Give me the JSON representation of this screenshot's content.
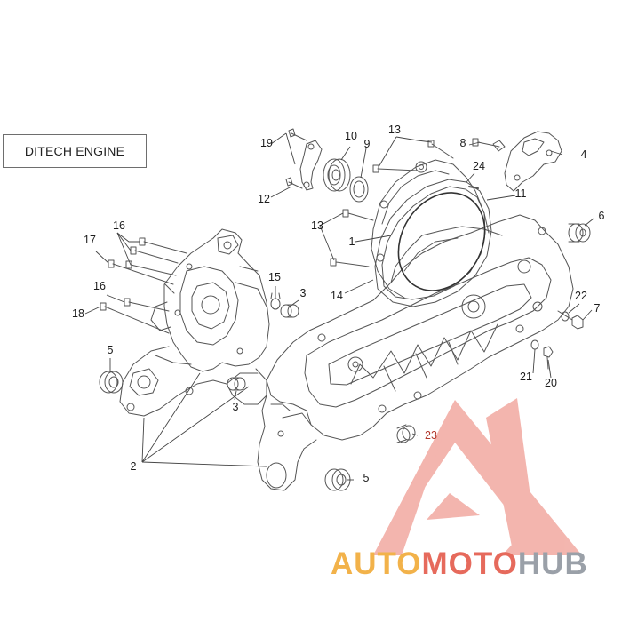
{
  "title": "DITECH ENGINE",
  "callouts": [
    {
      "id": "1",
      "text": "1"
    },
    {
      "id": "2",
      "text": "2"
    },
    {
      "id": "3a",
      "text": "3"
    },
    {
      "id": "3b",
      "text": "3"
    },
    {
      "id": "4",
      "text": "4"
    },
    {
      "id": "5a",
      "text": "5"
    },
    {
      "id": "5b",
      "text": "5"
    },
    {
      "id": "6",
      "text": "6"
    },
    {
      "id": "7",
      "text": "7"
    },
    {
      "id": "8",
      "text": "8"
    },
    {
      "id": "9",
      "text": "9"
    },
    {
      "id": "10",
      "text": "10"
    },
    {
      "id": "11",
      "text": "11"
    },
    {
      "id": "12",
      "text": "12"
    },
    {
      "id": "13a",
      "text": "13"
    },
    {
      "id": "13b",
      "text": "13"
    },
    {
      "id": "14",
      "text": "14"
    },
    {
      "id": "15",
      "text": "15"
    },
    {
      "id": "16a",
      "text": "16"
    },
    {
      "id": "16b",
      "text": "16"
    },
    {
      "id": "17",
      "text": "17"
    },
    {
      "id": "18",
      "text": "18"
    },
    {
      "id": "19",
      "text": "19"
    },
    {
      "id": "20",
      "text": "20"
    },
    {
      "id": "21",
      "text": "21"
    },
    {
      "id": "22",
      "text": "22"
    },
    {
      "id": "23",
      "text": "23"
    },
    {
      "id": "24",
      "text": "24"
    }
  ],
  "watermark": {
    "part1": "AUTO",
    "part2": "MOTO",
    "part3": "HUB",
    "color1": "#f2b24a",
    "color2": "#e66a5c",
    "color3": "#9aa0a8",
    "logo_color": "#e88a80"
  },
  "colors": {
    "line": "#555555",
    "callout_red": "#b23a2e"
  }
}
